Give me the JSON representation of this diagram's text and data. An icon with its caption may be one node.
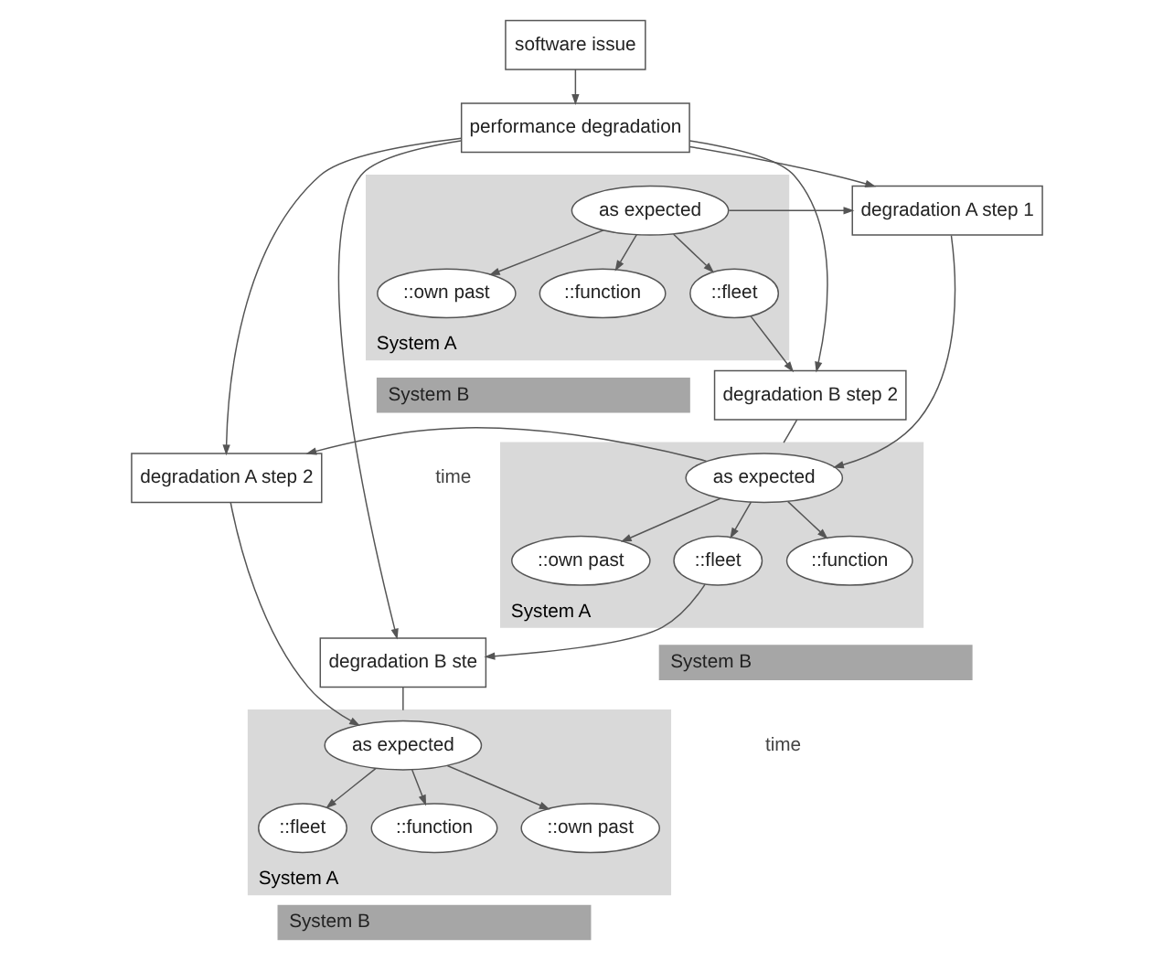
{
  "diagram": {
    "nodes": [
      {
        "text": [
          "software issue"
        ]
      },
      {
        "text": [
          "performance degradation"
        ]
      },
      {
        "text": [
          "System A"
        ]
      },
      {
        "text": [
          "as expected"
        ],
        "in": 2
      },
      {
        "text": [
          "::own past"
        ],
        "in": 2
      },
      {
        "text": [
          "::fleet"
        ],
        "in": 2
      },
      {
        "text": [
          "::function"
        ],
        "in": 2
      },
      {
        "text": [
          "degradation A step 1"
        ]
      },
      {
        "text": [
          "degradation B step 2"
        ]
      },
      {
        "text": [
          "System B"
        ]
      },
      {
        "text": [
          "System A"
        ]
      },
      {
        "text": [
          "as expected"
        ],
        "in": 10
      },
      {
        "text": [
          "::own past"
        ],
        "in": 10
      },
      {
        "text": [
          "::fleet"
        ],
        "in": 10
      },
      {
        "text": [
          "::function"
        ],
        "in": 10
      },
      {
        "text": [
          "degradation A step 2"
        ]
      },
      {
        "text": [
          "degradation B ste"
        ]
      },
      {
        "text": [
          "System B"
        ]
      },
      {
        "text": [
          "System A"
        ]
      },
      {
        "text": [
          "as expected"
        ],
        "in": 18
      },
      {
        "text": [
          "::own past"
        ],
        "in": 18
      },
      {
        "text": [
          "::fleet"
        ],
        "in": 18
      },
      {
        "text": [
          "::function"
        ],
        "in": 18
      },
      {
        "text": [
          "System B"
        ]
      }
    ],
    "edges": [
      {
        "from": 0,
        "to": 1,
        "arrow": "to"
      },
      {
        "from": 1,
        "to": 7,
        "arrow": "to"
      },
      {
        "from": 1,
        "to": 8,
        "arrow": "to"
      },
      {
        "from": 1,
        "to": 15,
        "arrow": "to"
      },
      {
        "from": 1,
        "to": 16,
        "arrow": "to"
      },
      {
        "from": 3,
        "to": 4,
        "arrow": "to"
      },
      {
        "from": 3,
        "to": 5,
        "arrow": "to"
      },
      {
        "from": 3,
        "to": 6,
        "arrow": "to"
      },
      {
        "from": 3,
        "to": 7,
        "arrow": "to"
      },
      {
        "from": 5,
        "to": 8,
        "arrow": "to"
      },
      {
        "from": 7,
        "to": 11,
        "arrow": "to"
      },
      {
        "from": 8,
        "to": 10,
        "arrow": "none"
      },
      {
        "from": 11,
        "to": 12,
        "arrow": "to"
      },
      {
        "from": 11,
        "to": 13,
        "arrow": "to"
      },
      {
        "from": 11,
        "to": 14,
        "arrow": "to"
      },
      {
        "from": 11,
        "to": 15,
        "arrow": "to"
      },
      {
        "from": 13,
        "to": 16,
        "arrow": "to"
      },
      {
        "from": 15,
        "to": 19,
        "arrow": "to"
      },
      {
        "from": 16,
        "to": 18,
        "arrow": "none"
      },
      {
        "from": 19,
        "to": 20,
        "arrow": "to"
      },
      {
        "from": 19,
        "to": 21,
        "arrow": "to"
      },
      {
        "from": 19,
        "to": 22,
        "arrow": "to"
      }
    ],
    "labels": [
      "time",
      "time"
    ]
  }
}
